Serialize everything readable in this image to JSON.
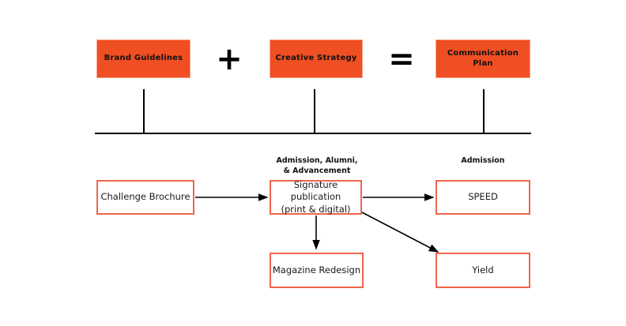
{
  "diagram": {
    "equation": {
      "terms": [
        {
          "label": "Brand Guidelines"
        },
        {
          "label": "Creative Strategy"
        },
        {
          "label": "Communication Plan"
        }
      ],
      "operators": [
        {
          "symbol": "+",
          "name": "plus"
        },
        {
          "symbol": "=",
          "name": "equals"
        }
      ],
      "fill_color": "#f04e23",
      "text_color": "#111111"
    },
    "flow": {
      "boxes": [
        {
          "label": "Challenge Brochure",
          "caption": ""
        },
        {
          "label": "Signature publication\n(print & digital)",
          "line1": "Signature publication",
          "line2": "(print & digital)",
          "caption_line1": "Admission, Alumni,",
          "caption_line2": "& Advancement"
        },
        {
          "label": "SPEED",
          "caption_line1": "Admission",
          "caption_line2": ""
        },
        {
          "label": "Magazine Redesign",
          "caption": ""
        },
        {
          "label": "Yield",
          "caption": ""
        }
      ],
      "border_color": "#f0654a",
      "arrow_color": "#000000"
    }
  }
}
